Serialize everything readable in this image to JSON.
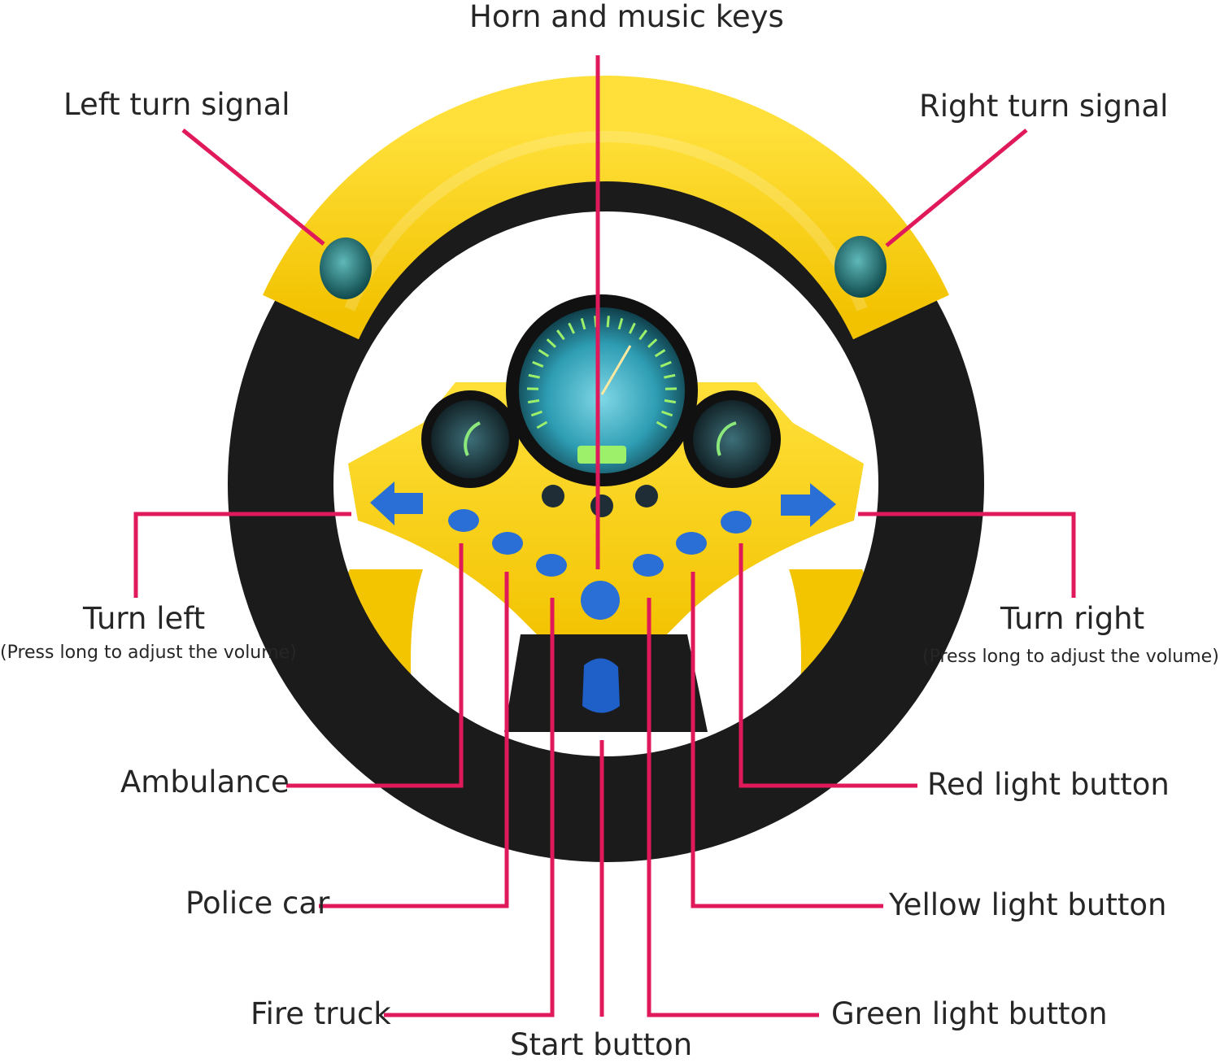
{
  "labels": {
    "horn": "Horn and music keys",
    "left_signal": "Left turn signal",
    "right_signal": "Right turn signal",
    "turn_left": "Turn left",
    "turn_left_note": "(Press long to adjust the volume)",
    "turn_right": "Turn right",
    "turn_right_note": "(Press long to adjust the volume)",
    "ambulance": "Ambulance",
    "police": "Police car",
    "fire_truck": "Fire truck",
    "start": "Start button",
    "red_light": "Red light button",
    "yellow_light": "Yellow light button",
    "green_light": "Green light button"
  },
  "colors": {
    "leader": "#e0195a",
    "wheel_yellow": "#fad20a",
    "wheel_black": "#1b1b1b",
    "button_blue": "#2a6fd6",
    "dial_teal": "#3fb6c7",
    "signal_teal": "#1d6f73"
  }
}
